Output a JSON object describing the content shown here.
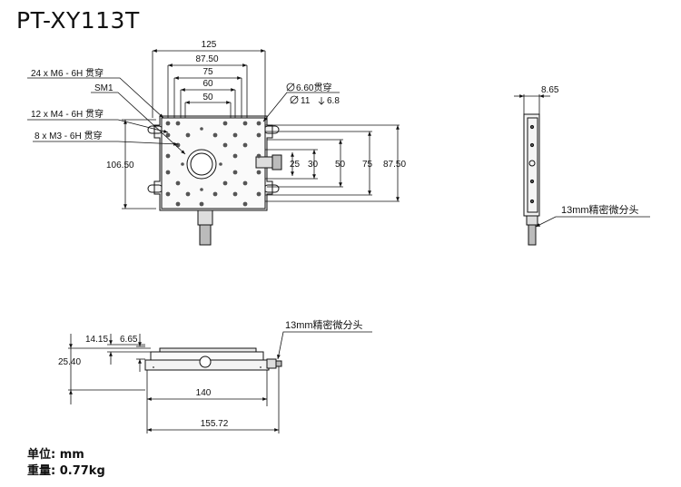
{
  "title": "PT-XY113T",
  "top_view": {
    "dims_top": [
      "125",
      "87.50",
      "75",
      "60",
      "50"
    ],
    "callouts": [
      "24 x  M6 - 6H 贯穿",
      "SM1",
      "12 x  M4 - 6H 贯穿",
      "8 x  M3 - 6H 贯穿"
    ],
    "hole_spec_1": "6.60贯穿",
    "hole_spec_2": "11",
    "hole_spec_2_depth": "6.8",
    "dim_left": "106.50",
    "dims_right": [
      "25",
      "30",
      "50",
      "75",
      "87.50"
    ]
  },
  "side_view": {
    "dim_top": "8.65",
    "callout": "13mm精密微分头"
  },
  "front_view": {
    "dims_top": [
      "14.15",
      "6.65"
    ],
    "dim_left": "25.40",
    "dims_bottom": [
      "140",
      "155.72"
    ],
    "callout": "13mm精密微分头"
  },
  "units": {
    "unit_line": "单位: mm",
    "weight_line": "重量: 0.77kg"
  }
}
